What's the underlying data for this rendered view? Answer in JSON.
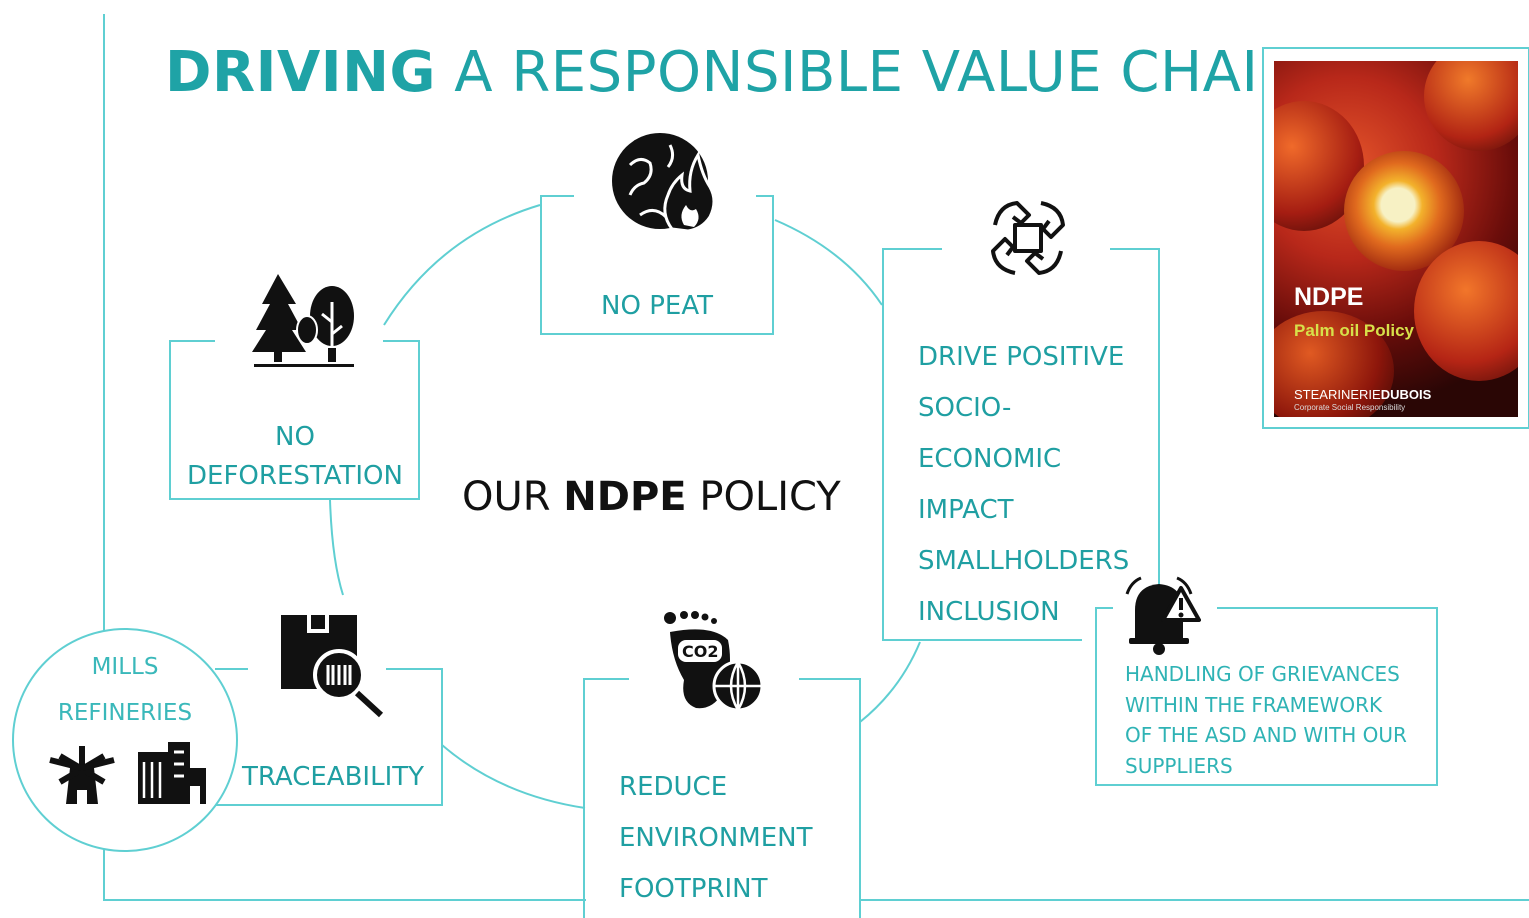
{
  "title": {
    "bold": "DRIVING",
    "rest": " A RESPONSIBLE VALUE CHAIN"
  },
  "center": {
    "prefix": "OUR ",
    "bold": "NDPE",
    "suffix": " POLICY"
  },
  "nodes": {
    "no_peat": {
      "label": "NO PEAT",
      "icon": "burning-globe-icon"
    },
    "no_deforestation": {
      "line1": "NO",
      "line2": "DEFORESTATION",
      "icon": "trees-icon"
    },
    "socio": {
      "lines": [
        "DRIVE POSITIVE",
        "SOCIO-",
        "ECONOMIC",
        "IMPACT",
        "SMALLHOLDERS",
        "INCLUSION"
      ],
      "icon": "joined-hands-icon"
    },
    "traceability": {
      "label": "TRACEABILITY",
      "icon": "package-barcode-search-icon"
    },
    "footprint": {
      "lines": [
        "REDUCE",
        "ENVIRONMENT",
        "FOOTPRINT"
      ],
      "icon": "co2-footprint-globe-icon"
    },
    "grievances": {
      "lines": [
        "HANDLING OF GRIEVANCES",
        "WITHIN THE FRAMEWORK",
        "OF THE ASD AND WITH OUR",
        "SUPPLIERS"
      ],
      "icon": "alarm-bell-warning-icon"
    },
    "mills": {
      "line1": "MILLS",
      "line2": "REFINERIES",
      "icons": [
        "windmill-icon",
        "factory-buildings-icon"
      ]
    }
  },
  "cover": {
    "heading": "NDPE",
    "subheading": "Palm oil Policy",
    "brand_light": "STEARINERIE",
    "brand_bold": "DUBOIS",
    "tagline": "Corporate Social Responsibility"
  },
  "colors": {
    "accent": "#1fa3a6",
    "frame": "#5fcfd2",
    "text_dark": "#111111",
    "policy_yellow": "#d7e04a"
  }
}
